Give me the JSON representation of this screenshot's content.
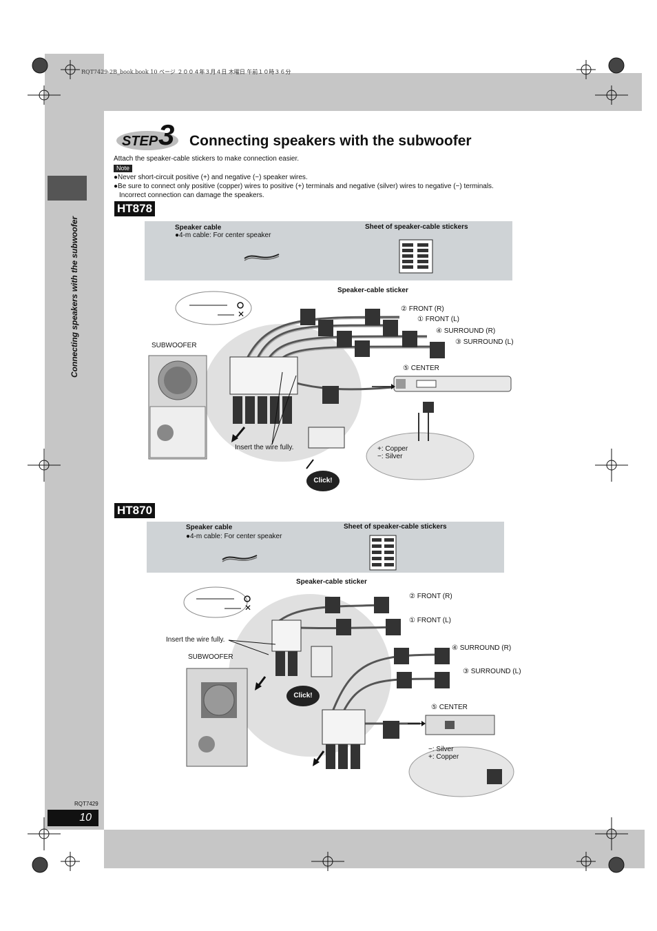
{
  "print_header": "RQT7429-2B_book.book  10 ページ  ２００４年３月４日  木曜日  午前１０時３６分",
  "step": {
    "word": "STEP",
    "number": "3"
  },
  "title": "Connecting speakers with the subwoofer",
  "sidebar_title": "Connecting speakers with the subwoofer",
  "intro": "Attach the speaker-cable stickers to make connection easier.",
  "note_label": "Note",
  "notes": [
    "●Never short-circuit positive (+) and negative (−) speaker wires.",
    "●Be sure to connect only positive (copper) wires to positive (+) terminals and negative (silver) wires to negative (−) terminals.",
    "Incorrect connection can damage the speakers."
  ],
  "ht878": {
    "model": "HT878",
    "speaker_cable": "Speaker cable",
    "cable_note": "●4-m cable: For center speaker",
    "sticker_sheet": "Sheet of speaker-cable stickers",
    "sticker_label": "Speaker-cable sticker",
    "front_r": "② FRONT (R)",
    "front_l": "① FRONT (L)",
    "surround_r": "④ SURROUND (R)",
    "surround_l": "③ SURROUND (L)",
    "center": "⑤ CENTER",
    "subwoofer": "SUBWOOFER",
    "insert": "Insert the wire fully.",
    "copper": "+: Copper",
    "silver": "−: Silver",
    "click": "Click!"
  },
  "ht870": {
    "model": "HT870",
    "speaker_cable": "Speaker cable",
    "cable_note": "●4-m cable: For center speaker",
    "sticker_sheet": "Sheet of speaker-cable stickers",
    "sticker_label": "Speaker-cable sticker",
    "front_r": "② FRONT (R)",
    "front_l": "① FRONT (L)",
    "surround_r": "④ SURROUND (R)",
    "surround_l": "③ SURROUND (L)",
    "center": "⑤ CENTER",
    "subwoofer": "SUBWOOFER",
    "insert": "Insert the wire fully.",
    "silver": "−: Silver",
    "copper": "+: Copper",
    "click": "Click!"
  },
  "footer": {
    "model_code": "RQT7429",
    "page": "10"
  }
}
